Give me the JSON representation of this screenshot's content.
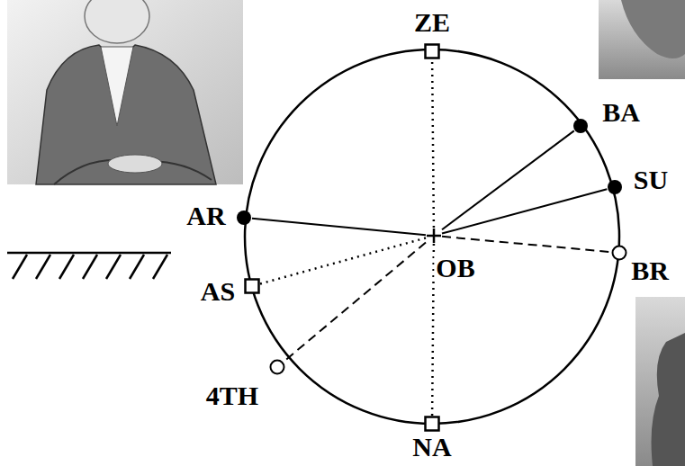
{
  "diagram": {
    "nodes": [
      {
        "text": [
          "ZE"
        ]
      },
      {
        "text": [
          "BA"
        ]
      },
      {
        "text": [
          "SU"
        ]
      },
      {
        "text": [
          "AR"
        ]
      },
      {
        "text": [
          "OB"
        ]
      },
      {
        "text": [
          "BR"
        ]
      },
      {
        "text": [
          "AS"
        ]
      },
      {
        "text": [
          "4TH"
        ]
      },
      {
        "text": [
          "NA"
        ]
      }
    ],
    "edges": [
      {
        "from": 4,
        "to": 0,
        "arrow": "none"
      },
      {
        "from": 4,
        "to": 8,
        "arrow": "none"
      },
      {
        "from": 4,
        "to": 1,
        "arrow": "none"
      },
      {
        "from": 4,
        "to": 2,
        "arrow": "none"
      },
      {
        "from": 4,
        "to": 3,
        "arrow": "none"
      },
      {
        "from": 4,
        "to": 5,
        "arrow": "none"
      },
      {
        "from": 4,
        "to": 6,
        "arrow": "none"
      },
      {
        "from": 4,
        "to": 7,
        "arrow": "none"
      }
    ]
  }
}
